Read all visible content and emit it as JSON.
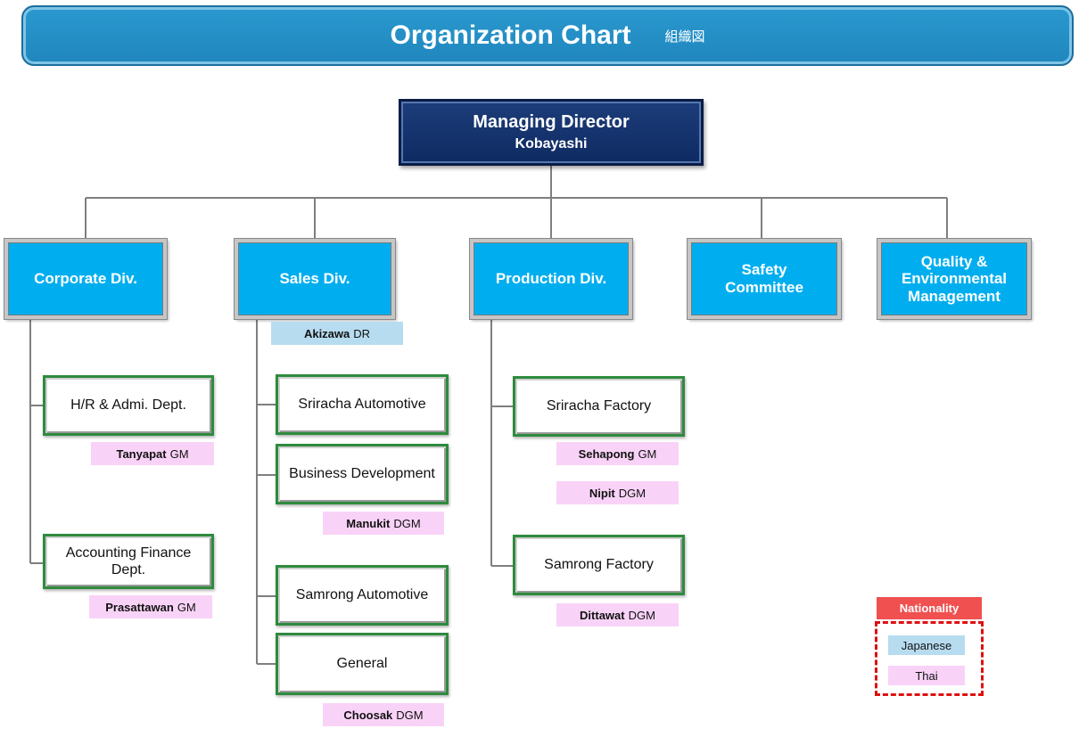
{
  "header": {
    "title": "Organization Chart",
    "subtitle": "組織図"
  },
  "managing_director": {
    "role": "Managing Director",
    "name": "Kobayashi"
  },
  "divisions": [
    {
      "label": "Corporate Div."
    },
    {
      "label": "Sales Div."
    },
    {
      "label": "Production Div."
    },
    {
      "label": "Safety Committee"
    },
    {
      "label": "Quality & Environmental Management"
    }
  ],
  "sales_head": {
    "name": "Akizawa",
    "title": "DR",
    "nationality": "Japanese"
  },
  "departments": [
    {
      "label": "H/R & Admi. Dept.",
      "manager": "Tanyapat",
      "title": "GM"
    },
    {
      "label": "Accounting Finance Dept.",
      "manager": "Prasattawan",
      "title": "GM"
    },
    {
      "label": "Sriracha Automotive"
    },
    {
      "label": "Business Development",
      "manager": "Manukit",
      "title": "DGM"
    },
    {
      "label": "Samrong Automotive"
    },
    {
      "label": "General",
      "manager": "Choosak",
      "title": "DGM"
    },
    {
      "label": "Sriracha Factory",
      "manager": "Sehapong",
      "title": "GM",
      "manager2": "Nipit",
      "title2": "DGM"
    },
    {
      "label": "Samrong Factory",
      "manager": "Dittawat",
      "title": "DGM"
    }
  ],
  "legend": {
    "title": "Nationality",
    "items": [
      {
        "label": "Japanese",
        "color": "#b7dcf0"
      },
      {
        "label": "Thai",
        "color": "#f9d3f7"
      }
    ]
  },
  "colors": {
    "banner": "#1f86bd",
    "director": "#1c3d7a",
    "division": "#00aeef",
    "dept_border": "#2e8b3e",
    "connector": "#7f7f7f"
  }
}
